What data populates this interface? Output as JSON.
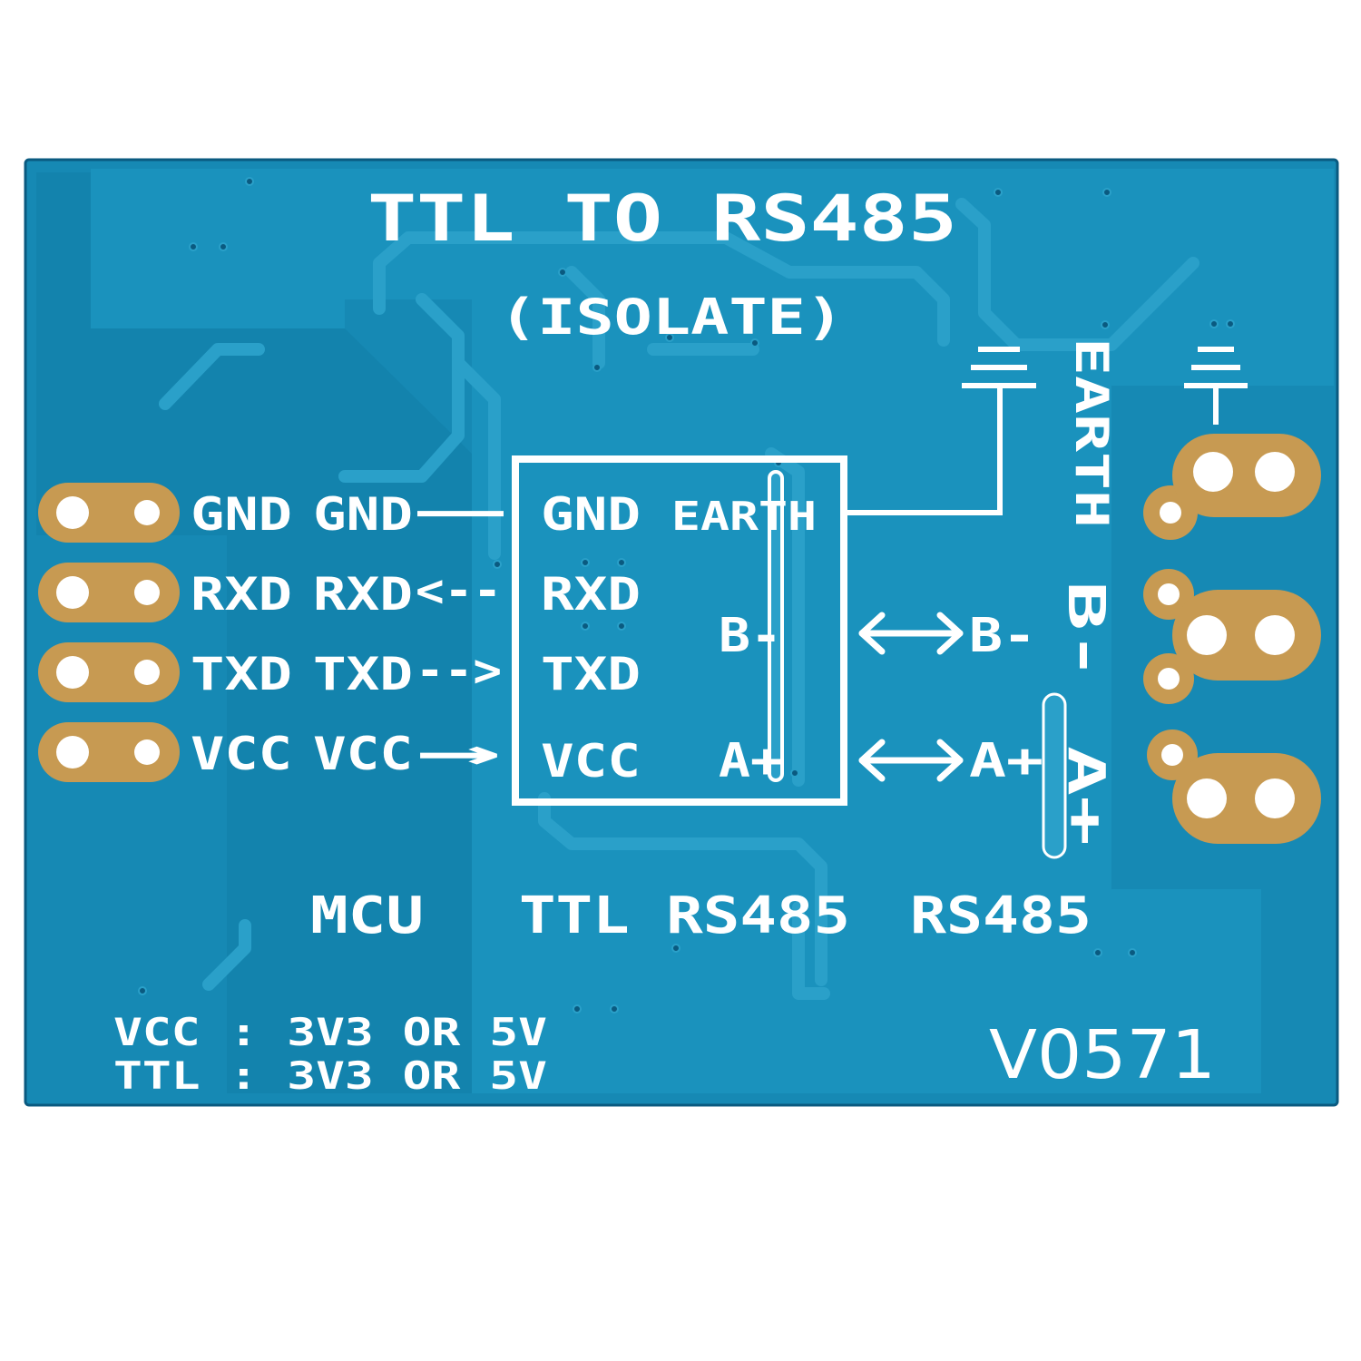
{
  "colors": {
    "board": "#1689b4",
    "board_dark": "#0e6f98",
    "board_edge": "#0a5a80",
    "copper_pour": "#1b93be",
    "trace": "#2aa0c9",
    "pad_gold": "#c79a52",
    "pad_hole": "#ffffff",
    "silkscreen": "#ffffff"
  },
  "board": {
    "title": "TTL TO RS485",
    "subtitle": "(ISOLATE)",
    "model": "V0571",
    "earth_vertical": "EARTH",
    "b_vertical": "B-",
    "a_vertical": "A+",
    "section_mcu": "MCU",
    "section_ttl_rs485": "TTL RS485",
    "section_rs485": "RS485",
    "spec_vcc": "VCC : 3V3 OR 5V",
    "spec_ttl": "TTL : 3V3 OR 5V"
  },
  "left_pins": [
    {
      "pad_label": "GND",
      "mcu_label": "GND",
      "arrow": "—",
      "module_label": "GND"
    },
    {
      "pad_label": "RXD",
      "mcu_label": "RXD",
      "arrow": "<--",
      "module_label": "RXD"
    },
    {
      "pad_label": "TXD",
      "mcu_label": "TXD",
      "arrow": "-->",
      "module_label": "TXD"
    },
    {
      "pad_label": "VCC",
      "mcu_label": "VCC",
      "arrow": "→",
      "module_label": "VCC"
    }
  ],
  "module_right": {
    "earth": "EARTH",
    "b": "B-",
    "a": "A+"
  },
  "bus_lines": {
    "b_label": "B-",
    "a_label": "A+"
  }
}
